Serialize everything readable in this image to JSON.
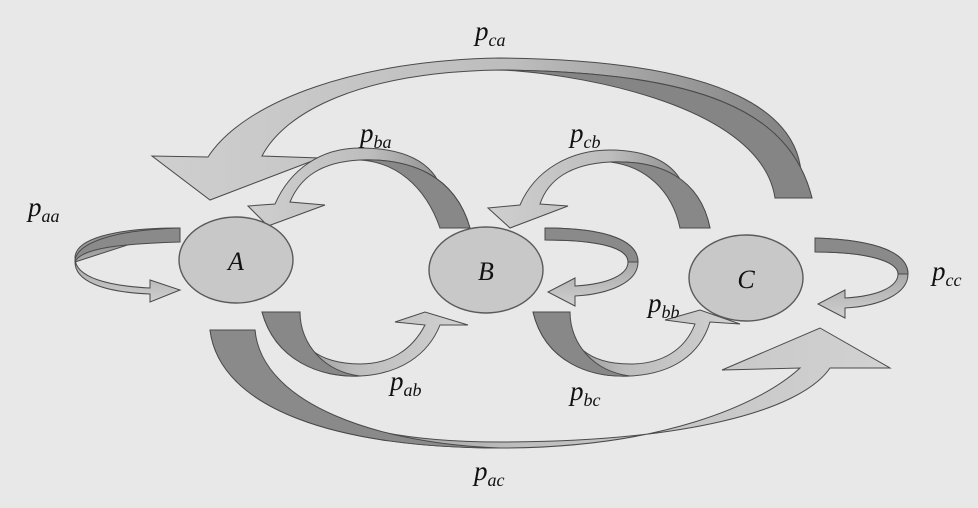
{
  "nodes": [
    {
      "id": "A",
      "label": "A"
    },
    {
      "id": "B",
      "label": "B"
    },
    {
      "id": "C",
      "label": "C"
    }
  ],
  "transitions": [
    {
      "id": "pca",
      "base": "p",
      "sub": "ca"
    },
    {
      "id": "pba",
      "base": "p",
      "sub": "ba"
    },
    {
      "id": "pcb",
      "base": "p",
      "sub": "cb"
    },
    {
      "id": "paa",
      "base": "p",
      "sub": "aa"
    },
    {
      "id": "pcc",
      "base": "p",
      "sub": "cc"
    },
    {
      "id": "pbb",
      "base": "p",
      "sub": "bb"
    },
    {
      "id": "pab",
      "base": "p",
      "sub": "ab"
    },
    {
      "id": "pbc",
      "base": "p",
      "sub": "bc"
    },
    {
      "id": "pac",
      "base": "p",
      "sub": "ac"
    }
  ],
  "colors": {
    "background": "#e8e8e8",
    "node_fill": "#c8c8c8",
    "arrow_light": "#c4c4c4",
    "arrow_dark": "#8c8c8c",
    "stroke": "#444444"
  }
}
